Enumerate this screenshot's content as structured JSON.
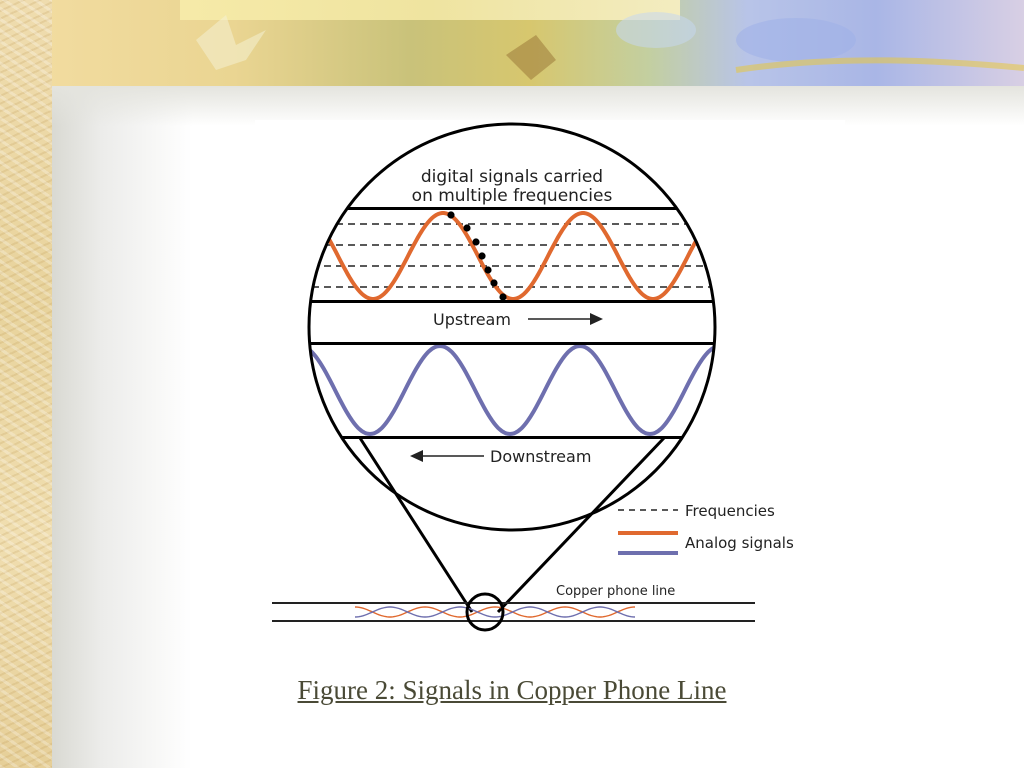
{
  "diagram": {
    "top_label_line1": "digital signals carried",
    "top_label_line2": "on multiple frequencies",
    "upstream_label": "Upstream",
    "downstream_label": "Downstream",
    "legend": {
      "frequencies": "Frequencies",
      "analog_signals": "Analog signals"
    },
    "copper_line_label": "Copper phone line"
  },
  "caption": "Figure 2: Signals in Copper Phone Line",
  "colors": {
    "upstream_wave": "#e0692f",
    "downstream_wave": "#6e6fae",
    "caption_text": "#4a4a36"
  }
}
